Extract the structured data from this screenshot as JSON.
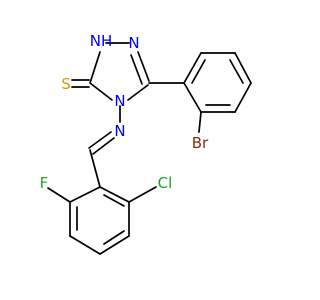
{
  "atoms": {
    "nh": {
      "text": "NH",
      "color": "#0000ff"
    },
    "n_top_right": {
      "text": "N",
      "color": "#0000ff"
    },
    "n_ring": {
      "text": "N",
      "color": "#0000ff"
    },
    "n_imine": {
      "text": "N",
      "color": "#0000ff"
    },
    "s": {
      "text": "S",
      "color": "#c8a000"
    },
    "br": {
      "text": "Br",
      "color": "#8b2a10"
    },
    "cl": {
      "text": "Cl",
      "color": "#1aa11a"
    },
    "f": {
      "text": "F",
      "color": "#32a632"
    }
  },
  "colors": {
    "bond": "#000000",
    "nitrogen": "#0000ff",
    "sulfur": "#c8a000",
    "bromine": "#8b2a10",
    "chlorine": "#1aa11a",
    "fluorine": "#32a632"
  }
}
